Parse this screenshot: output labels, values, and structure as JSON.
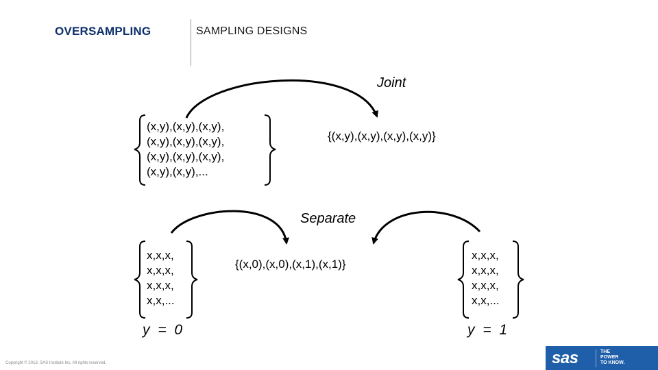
{
  "header": {
    "title": "OVERSAMPLING",
    "subtitle": "SAMPLING DESIGNS"
  },
  "joint": {
    "label": "Joint",
    "population": "(x,y),(x,y),(x,y),\n(x,y),(x,y),(x,y),\n(x,y),(x,y),(x,y),\n(x,y),(x,y),...",
    "sample": "{(x,y),(x,y),(x,y),(x,y)}"
  },
  "separate": {
    "label": "Separate",
    "population_y0": "x,x,x,\nx,x,x,\nx,x,x,\nx,x,...",
    "population_y1": "x,x,x,\nx,x,x,\nx,x,x,\nx,x,...",
    "sample": "{(x,0),(x,0),(x,1),(x,1)}",
    "y0_label": "y = 0",
    "y1_label": "y = 1"
  },
  "footer": {
    "copyright": "Copyright © 2013, SAS Institute Inc. All rights reserved.",
    "logo_text": "sas",
    "tagline": "THE\nPOWER\nTO KNOW."
  },
  "colors": {
    "title": "#0c2f6b",
    "logo_bg": "#1f5ea8"
  }
}
